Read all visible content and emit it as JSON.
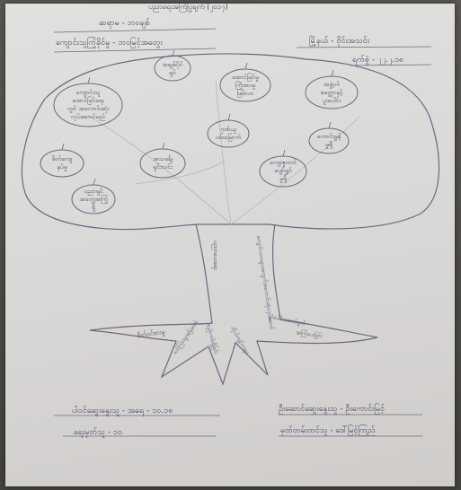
{
  "header": {
    "top_strip": "ပညာရေးအကြံပြုချက် (၂၀၁၇)",
    "name_line": "ဆရာမ - ဘဝချစ်",
    "topic_line": "ကျောင်းသူကြံ့ခိုင်မှု - ဘဝမြင့်အတွေး",
    "township": "မြို့နယ် - ဝိုင်းအသင်း",
    "date": "ရက်စွဲ - ၂၂.၂.၁၈"
  },
  "fruits": [
    {
      "text": "အချစ်ပိုင်\nရှင်"
    },
    {
      "text": "အောင်မြင်မှု\nကြိုးစားမှု\nဖြစ်လာ"
    },
    {
      "text": "အဖွဲ့ဝင်\nမေတ္တာနှင့်\nပူးပေါင်း"
    },
    {
      "text": "ကျောင်းသူ\nအောင်မြင်ရေး\nတွင် အကောင်းဆုံး\nလုပ်ဆောင်မည်"
    },
    {
      "text": "ဂုဏ်ယူ\nဝမ်းမြောက်"
    },
    {
      "text": "ကောင်းမွန်\nမှုရှိ"
    },
    {
      "text": "စိတ်ကျေ\nနပ်မှု"
    },
    {
      "text": "အသင်္ချေ\nရှင်းလင်း"
    },
    {
      "text": "ကျေးဇူးတင်\nပျော်ရွှင်\nမှုရှိ"
    },
    {
      "text": "ပညာရှင်\nအတွေ့အကြုံ\nရှိ"
    }
  ],
  "trunk": {
    "left": "ပညာပေးရေး",
    "right": "ကျောင်းသားများအတွက်အကောင်းဆုံးလုပ်ဆောင်"
  },
  "roots": [
    "စိတ်ဝင်စားမှု",
    "သင်ကြားမှုအမြဲဆက်",
    "စည်းကမ်းရှိခြင်း",
    "ကိုယ်ကျင့်တရား",
    "ပူးပေါင်းဆောင်ရွက်",
    "အကြံပေးခြင်း"
  ],
  "footer": {
    "left_line1": "ပါဝင်ဆွေးနွေးသူ - အရေ - ၁၀.၁၈",
    "left_line2": "ရေးမှတ်သူ - ၁၀",
    "right_line1": "ဦးဆောင်ဆွေးနွေးသူ - ဦးကောင်းမြင့်",
    "right_line2": "မှတ်တမ်းတင်သူ - ဒေါ်မြင့်ကြည်"
  },
  "colors": {
    "ink": "#3f3d5c",
    "paper": "#dedcda",
    "background": "#3b3a36"
  }
}
